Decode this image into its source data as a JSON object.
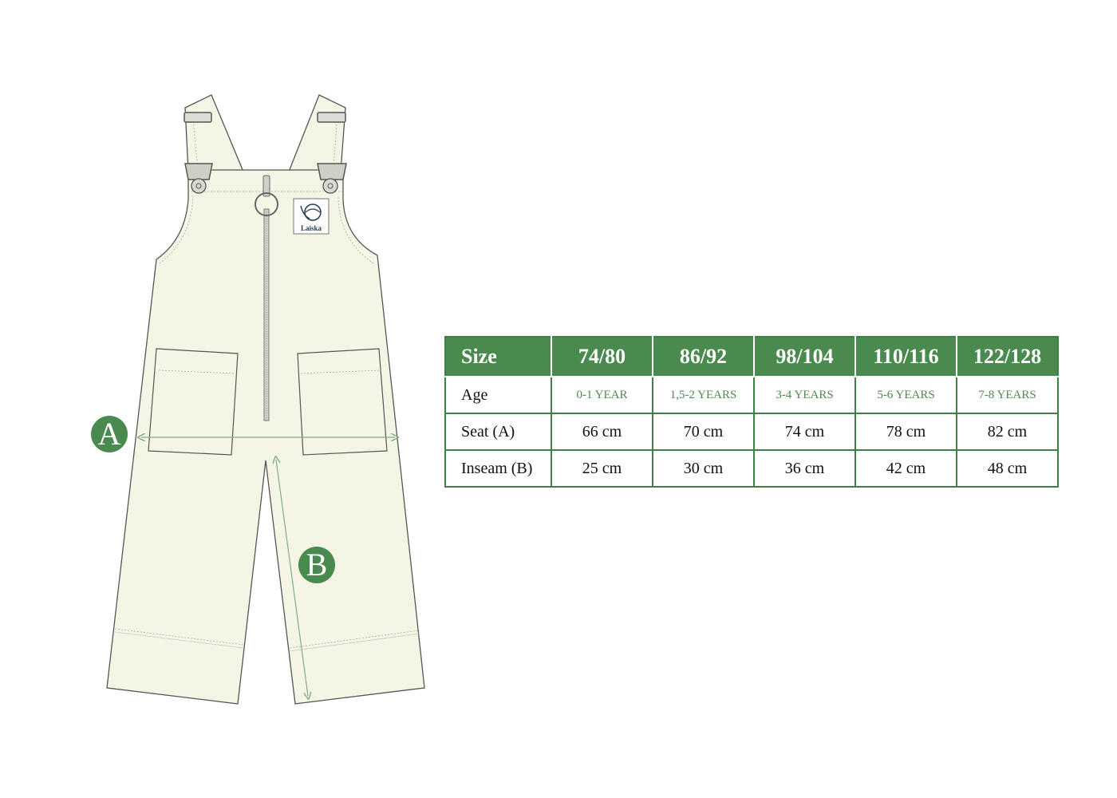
{
  "diagram": {
    "markers": {
      "a": "A",
      "b": "B"
    },
    "logo_text": "Laiska",
    "colors": {
      "accent": "#4a8a4f",
      "garment_fill": "#f5f5e6",
      "garment_outline": "#555555",
      "measure_line": "#7fae82"
    }
  },
  "size_table": {
    "header": {
      "label": "Size",
      "sizes": [
        "74/80",
        "86/92",
        "98/104",
        "110/116",
        "122/128"
      ]
    },
    "rows": [
      {
        "label": "Age",
        "type": "age",
        "values": [
          "0-1 YEAR",
          "1,5-2 YEARS",
          "3-4 YEARS",
          "5-6 YEARS",
          "7-8 YEARS"
        ]
      },
      {
        "label": "Seat (A)",
        "type": "measure",
        "values": [
          "66 cm",
          "70 cm",
          "74 cm",
          "78 cm",
          "82 cm"
        ]
      },
      {
        "label": "Inseam (B)",
        "type": "measure",
        "values": [
          "25 cm",
          "30 cm",
          "36 cm",
          "42 cm",
          "48 cm"
        ]
      }
    ]
  }
}
